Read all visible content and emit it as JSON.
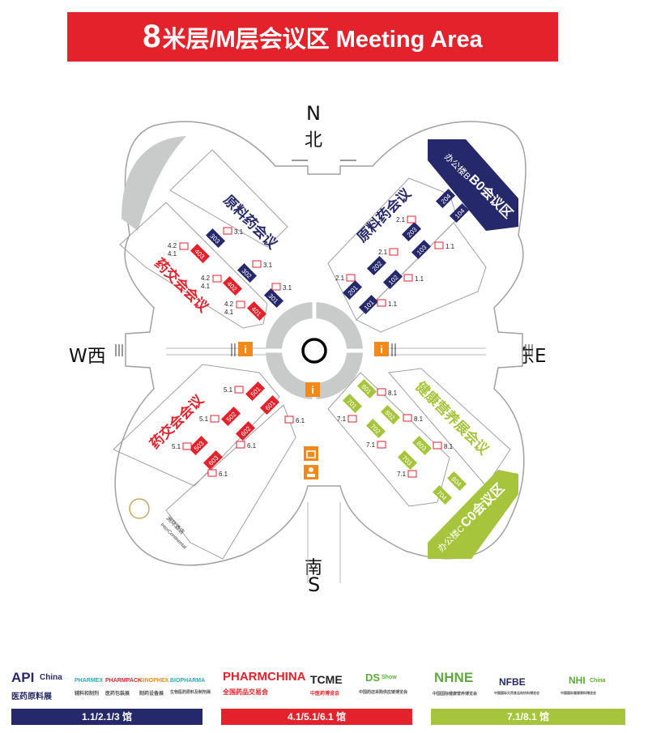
{
  "banner": {
    "number": "8",
    "text": "米层/M层会议区 Meeting Area",
    "bg_color": "#e4222c"
  },
  "compass": {
    "north_letter": "N",
    "north_cn": "北",
    "south_cn": "南",
    "south_letter": "S",
    "west": "W西",
    "east": "东E"
  },
  "colors": {
    "blue": "#25286a",
    "red": "#e4222c",
    "green": "#a6c53d",
    "orange": "#f08a1c",
    "gray": "#c9caca",
    "outline": "#a0a0a0"
  },
  "zones": {
    "nw": {
      "title1": "原料药会议",
      "title2": "药交会会议"
    },
    "ne": {
      "title": "原料药会议",
      "office": "办公楼B",
      "office_zone": "B0会议区"
    },
    "sw": {
      "title": "药交会会议",
      "hotel": "洲际酒店",
      "hotel_en": "InterContinental"
    },
    "se": {
      "title": "健康营养展会议",
      "office": "办公楼C",
      "office_zone": "C0会议区"
    }
  },
  "rooms": {
    "r301": "301",
    "r302": "302",
    "r303": "303",
    "r401": "401",
    "r402": "402",
    "r403": "403",
    "r101": "101",
    "r102": "102",
    "r103": "103",
    "r104": "104",
    "r201": "201",
    "r202": "202",
    "r203": "203",
    "r204": "204",
    "r501": "501",
    "r502": "502",
    "r503": "503",
    "r601": "601",
    "r602": "602",
    "r603": "603",
    "r701": "701",
    "r702": "702",
    "r703": "703",
    "r704": "704",
    "r801": "801",
    "r802": "802",
    "r803": "803",
    "r804": "804"
  },
  "stairs": {
    "s1_1": "1.1",
    "s2_1": "2.1",
    "s3_1": "3.1",
    "s4_1": "4.1",
    "s4_2": "4.2",
    "s5_1": "5.1",
    "s6_1": "6.1",
    "s7_1": "7.1",
    "s8_1": "8.1"
  },
  "icons": {
    "info": "i",
    "info_icon": "info-icon",
    "luggage_icon": "luggage-icon",
    "staff_icon": "service-desk-icon",
    "stair_icon": "escalator-icon"
  },
  "legend": [
    {
      "bar": "1.1/2.1/3 馆",
      "color": "#25286a",
      "logos": [
        "API",
        "China",
        "医药原料展",
        "PHARMEX",
        "辅料和制剂",
        "PHARMPACK",
        "医药包装展",
        "SINOPHEX",
        "制药设备展",
        "BIOPHARMA",
        "生物医药原料及制剂展"
      ]
    },
    {
      "bar": "4.1/5.1/6.1 馆",
      "color": "#e4222c",
      "logos": [
        "PHARMCHINA",
        "全国药品交易会",
        "TCME",
        "中医药博览会",
        "DS",
        "Show",
        "中国药店采购供应链博览会"
      ]
    },
    {
      "bar": "7.1/8.1 馆",
      "color": "#a6c53d",
      "logos": [
        "NHNE",
        "中国国际健康营养博览会",
        "NFBE",
        "中国国际天然食品和饮料博览会",
        "NHI",
        "China",
        "中国国际健康原料博览会"
      ]
    }
  ]
}
